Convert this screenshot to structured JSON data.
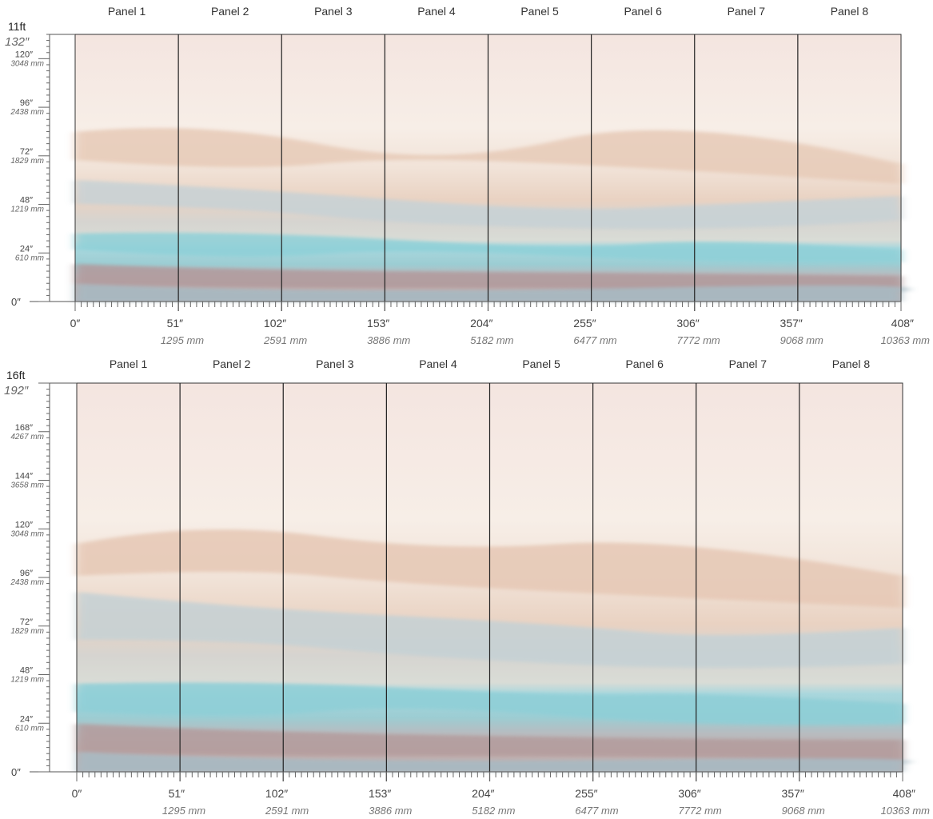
{
  "panels": [
    "Panel 1",
    "Panel 2",
    "Panel 3",
    "Panel 4",
    "Panel 5",
    "Panel 6",
    "Panel 7",
    "Panel 8"
  ],
  "colors": {
    "sky_top": "#f4e7e2",
    "sky_mid": "#f6eee6",
    "sand": "#e8cfbe",
    "mist_blue": "#c9d5d8",
    "teal": "#93d1d9",
    "slate": "#a3b7c0",
    "mauve": "#c9a9a6",
    "divider": "#222222"
  },
  "x_axis": {
    "zero_label": "0″",
    "major": [
      {
        "in": "51″",
        "mm": "1295 mm"
      },
      {
        "in": "102″",
        "mm": "2591 mm"
      },
      {
        "in": "153″",
        "mm": "3886 mm"
      },
      {
        "in": "204″",
        "mm": "5182 mm"
      },
      {
        "in": "255″",
        "mm": "6477 mm"
      },
      {
        "in": "306″",
        "mm": "7772 mm"
      },
      {
        "in": "357″",
        "mm": "9068 mm"
      },
      {
        "in": "408″",
        "mm": "10363 mm"
      }
    ]
  },
  "murals": [
    {
      "height_ft": "11ft",
      "height_in": "132″",
      "zero_label": "0″",
      "y_marks": [
        {
          "in": "24″",
          "mm": "610 mm",
          "value": 24
        },
        {
          "in": "48″",
          "mm": "1219 mm",
          "value": 48
        },
        {
          "in": "72″",
          "mm": "1829 mm",
          "value": 72
        },
        {
          "in": "96″",
          "mm": "2438 mm",
          "value": 96
        },
        {
          "in": "120″",
          "mm": "3048 mm",
          "value": 120
        }
      ],
      "y_max": 132
    },
    {
      "height_ft": "16ft",
      "height_in": "192″",
      "zero_label": "0″",
      "y_marks": [
        {
          "in": "24″",
          "mm": "610 mm",
          "value": 24
        },
        {
          "in": "48″",
          "mm": "1219 mm",
          "value": 48
        },
        {
          "in": "72″",
          "mm": "1829 mm",
          "value": 72
        },
        {
          "in": "96″",
          "mm": "2438 mm",
          "value": 96
        },
        {
          "in": "120″",
          "mm": "3048 mm",
          "value": 120
        },
        {
          "in": "144″",
          "mm": "3658 mm",
          "value": 144
        },
        {
          "in": "168″",
          "mm": "4267 mm",
          "value": 168
        }
      ],
      "y_max": 192
    }
  ]
}
